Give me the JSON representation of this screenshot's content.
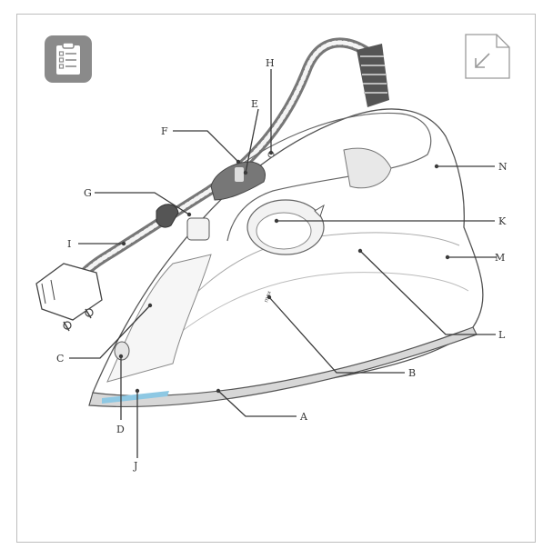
{
  "labels": {
    "A": "A",
    "B": "B",
    "C": "C",
    "D": "D",
    "E": "E",
    "F": "F",
    "G": "G",
    "H": "H",
    "I": "I",
    "J": "J",
    "K": "K",
    "L": "L",
    "M": "M",
    "N": "N"
  },
  "icons": {
    "checklist": "clipboard-checklist-icon",
    "corner": "collapse-arrow-icon"
  },
  "dial_text": "max",
  "colors": {
    "line": "#3a3a3a",
    "icon_bg": "#8a8a8a",
    "soleplate_accent": "#8ec8e3"
  }
}
